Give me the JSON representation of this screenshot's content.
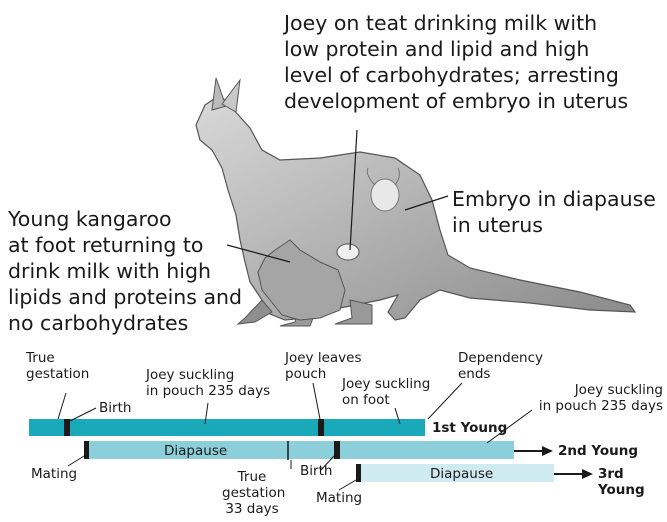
{
  "annotations": {
    "joey_teat": "Joey on teat drinking milk with\nlow protein and lipid and high\nlevel of carbohydrates; arresting\ndevelopment of embryo in uterus",
    "embryo": "Embryo in diapause\nin uterus",
    "young_at_foot": "Young kangaroo\nat foot returning to\ndrink milk with high\nlipids and proteins and\nno carbohydrates"
  },
  "timeline": {
    "labels": {
      "true_gestation": "True\ngestation",
      "birth_1": "Birth",
      "joey_suckling_pouch_1": "Joey suckling\nin pouch 235 days",
      "joey_leaves_pouch": "Joey leaves\npouch",
      "joey_suckling_foot": "Joey suckling\non foot",
      "dependency_ends": "Dependency\nends",
      "joey_suckling_pouch_2": "Joey suckling\nin pouch 235 days",
      "mating_1": "Mating",
      "true_gestation_33": "True\ngestation\n33 days",
      "birth_2": "Birth",
      "mating_2": "Mating"
    },
    "rows": {
      "first": "1st Young",
      "second": "2nd Young",
      "third": "3rd\nYoung"
    },
    "diapause_1": "Diapause",
    "diapause_2": "Diapause"
  },
  "colors": {
    "row1": "#1aa9b8",
    "row2": "#8ccfdb",
    "row3": "#cfeaf1",
    "marker": "#1a1a1a"
  }
}
